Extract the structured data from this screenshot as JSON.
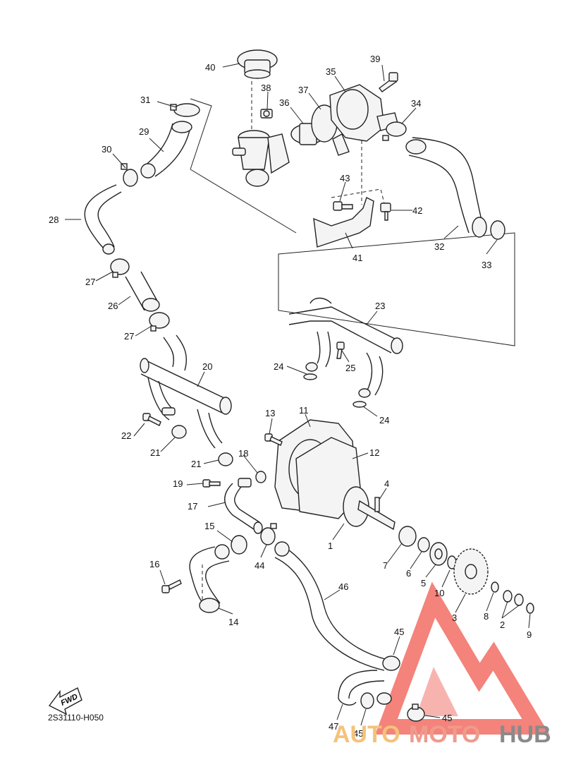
{
  "diagram": {
    "code": "2S31110-H050",
    "fwd_label": "FWD",
    "callouts": [
      {
        "id": "c1",
        "text": "1"
      },
      {
        "id": "c2",
        "text": "2"
      },
      {
        "id": "c3",
        "text": "3"
      },
      {
        "id": "c4",
        "text": "4"
      },
      {
        "id": "c5",
        "text": "5"
      },
      {
        "id": "c6",
        "text": "6"
      },
      {
        "id": "c7",
        "text": "7"
      },
      {
        "id": "c8",
        "text": "8"
      },
      {
        "id": "c9",
        "text": "9"
      },
      {
        "id": "c10",
        "text": "10"
      },
      {
        "id": "c11",
        "text": "11"
      },
      {
        "id": "c12",
        "text": "12"
      },
      {
        "id": "c13",
        "text": "13"
      },
      {
        "id": "c14",
        "text": "14"
      },
      {
        "id": "c15",
        "text": "15"
      },
      {
        "id": "c16",
        "text": "16"
      },
      {
        "id": "c17",
        "text": "17"
      },
      {
        "id": "c18",
        "text": "18"
      },
      {
        "id": "c19",
        "text": "19"
      },
      {
        "id": "c20",
        "text": "20"
      },
      {
        "id": "c21a",
        "text": "21"
      },
      {
        "id": "c21b",
        "text": "21"
      },
      {
        "id": "c22",
        "text": "22"
      },
      {
        "id": "c23",
        "text": "23"
      },
      {
        "id": "c24a",
        "text": "24"
      },
      {
        "id": "c24b",
        "text": "24"
      },
      {
        "id": "c25",
        "text": "25"
      },
      {
        "id": "c26",
        "text": "26"
      },
      {
        "id": "c27a",
        "text": "27"
      },
      {
        "id": "c27b",
        "text": "27"
      },
      {
        "id": "c28",
        "text": "28"
      },
      {
        "id": "c29",
        "text": "29"
      },
      {
        "id": "c30",
        "text": "30"
      },
      {
        "id": "c31",
        "text": "31"
      },
      {
        "id": "c32",
        "text": "32"
      },
      {
        "id": "c33",
        "text": "33"
      },
      {
        "id": "c34",
        "text": "34"
      },
      {
        "id": "c35",
        "text": "35"
      },
      {
        "id": "c36",
        "text": "36"
      },
      {
        "id": "c37",
        "text": "37"
      },
      {
        "id": "c38",
        "text": "38"
      },
      {
        "id": "c39",
        "text": "39"
      },
      {
        "id": "c40",
        "text": "40"
      },
      {
        "id": "c41",
        "text": "41"
      },
      {
        "id": "c42",
        "text": "42"
      },
      {
        "id": "c43",
        "text": "43"
      },
      {
        "id": "c44",
        "text": "44"
      },
      {
        "id": "c45a",
        "text": "45"
      },
      {
        "id": "c45b",
        "text": "45"
      },
      {
        "id": "c45c",
        "text": "45"
      },
      {
        "id": "c46",
        "text": "46"
      },
      {
        "id": "c47",
        "text": "47"
      }
    ]
  },
  "watermark": {
    "part1": "AUTO",
    "part2": "MOTO",
    "part3": "HUB",
    "color_auto": "#f5c27a",
    "color_moto": "#f09a8c",
    "color_hub": "#8a8a8a",
    "color_triangle": "#ef5a4f"
  }
}
